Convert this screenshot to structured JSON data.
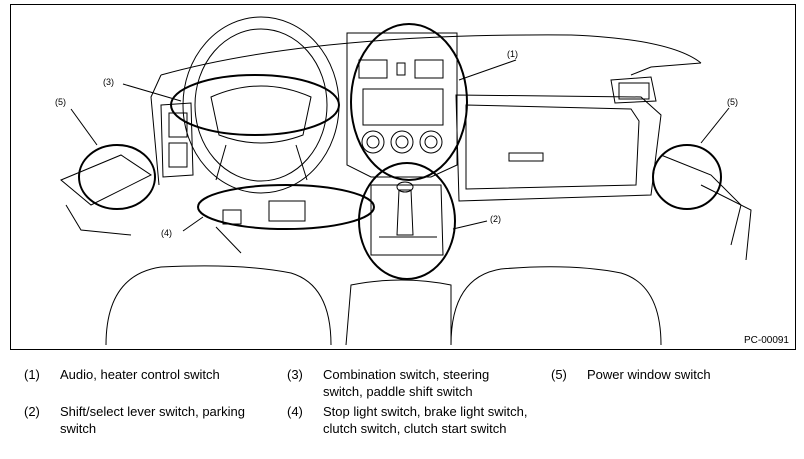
{
  "figure": {
    "code": "PC-00091",
    "callouts": {
      "c1": "(1)",
      "c2": "(2)",
      "c3": "(3)",
      "c4": "(4)",
      "c5_left": "(5)",
      "c5_right": "(5)"
    }
  },
  "legend": [
    {
      "num": "(1)",
      "text": "Audio, heater control switch"
    },
    {
      "num": "(2)",
      "text": "Shift/select lever switch, parking switch"
    },
    {
      "num": "(3)",
      "text": "Combination switch, steering switch, paddle shift switch"
    },
    {
      "num": "(4)",
      "text": "Stop light switch, brake light switch, clutch switch, clutch start switch"
    },
    {
      "num": "(5)",
      "text": "Power window switch"
    }
  ]
}
